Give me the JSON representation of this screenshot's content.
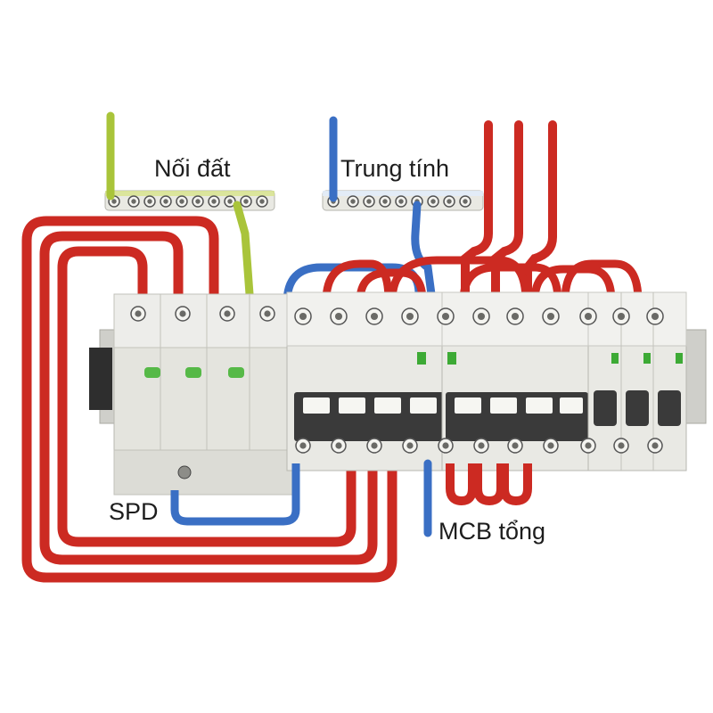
{
  "labels": {
    "earth_bar": "Nối đất",
    "neutral_bar": "Trung tính",
    "spd": "SPD",
    "main_mcb": "MCB tổng"
  },
  "colors": {
    "phase_wire": "#cc2a22",
    "neutral_wire": "#3a6fc4",
    "earth_wire": "#a9c43a",
    "module_body": "#e4e4de",
    "breaker_handle": "#3a3a3a",
    "indicator_green": "#56b947",
    "brand_green": "#3daa35"
  },
  "icons": {
    "terminal_screw": "terminal-screw-icon",
    "brand_logo": "brand-logo-icon",
    "spd_status": "spd-status-indicator-icon",
    "breaker_toggle": "breaker-toggle-icon"
  }
}
